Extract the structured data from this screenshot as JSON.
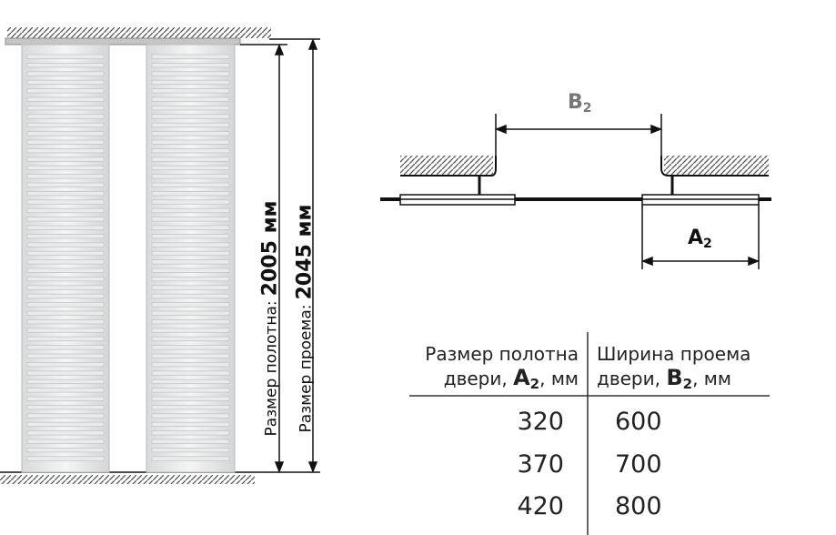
{
  "elevation": {
    "label_panel_prefix": "Размер полотна:",
    "label_panel_value": "2005 мм",
    "label_opening_prefix": "Размер проема:",
    "label_opening_value": "2045 мм"
  },
  "plan": {
    "dim_opening_letter": "B",
    "dim_opening_sub": "2",
    "dim_panel_letter": "A",
    "dim_panel_sub": "2"
  },
  "table": {
    "col1_header_line1": "Размер полотна",
    "col1_header_prefix": "двери,",
    "col1_header_letter": "A",
    "col1_header_sub": "2",
    "col1_header_suffix": ", мм",
    "col2_header_line1": "Ширина проема",
    "col2_header_prefix": "двери,",
    "col2_header_letter": "B",
    "col2_header_sub": "2",
    "col2_header_suffix": ", мм",
    "rows": [
      {
        "a": "320",
        "b": "600"
      },
      {
        "a": "370",
        "b": "700"
      },
      {
        "a": "420",
        "b": "800"
      }
    ]
  }
}
